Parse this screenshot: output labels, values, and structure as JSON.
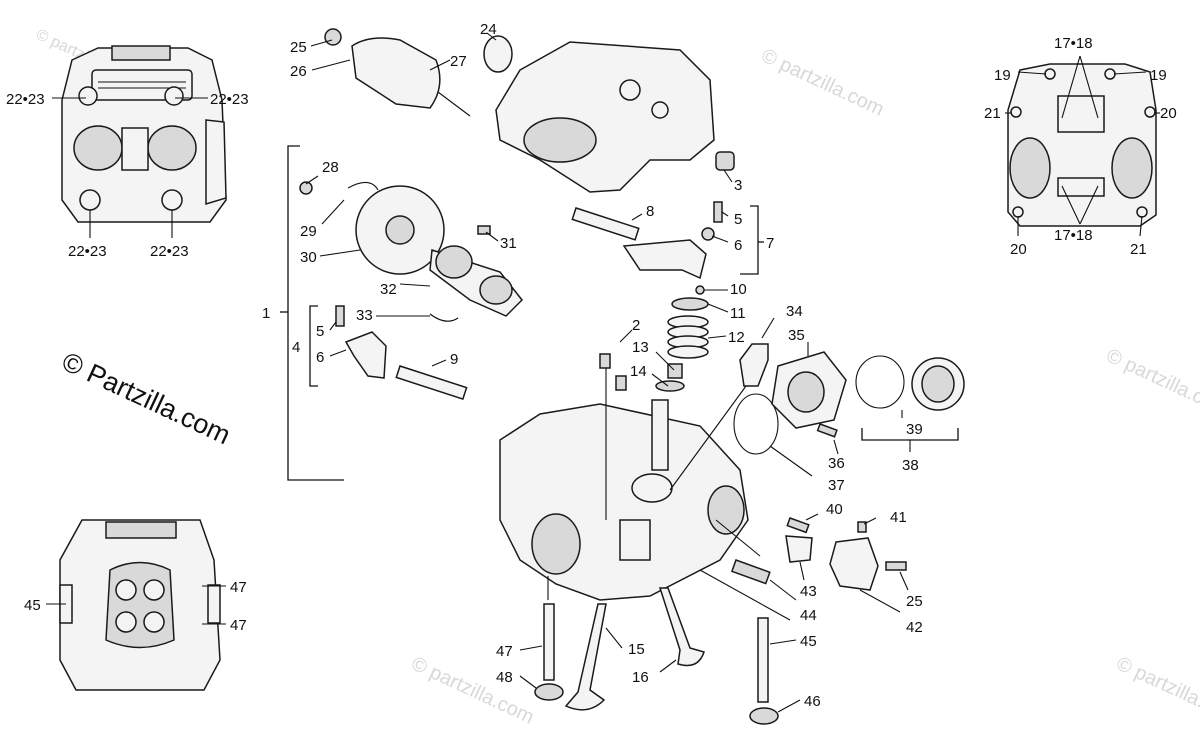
{
  "brand": {
    "text": "© Partzilla.com"
  },
  "watermark": {
    "text": "© partzilla.com"
  },
  "labels": {
    "l1": "1",
    "l2": "2",
    "l3": "3",
    "l4": "4",
    "l5a": "5",
    "l5b": "5",
    "l6a": "6",
    "l6b": "6",
    "l7": "7",
    "l8": "8",
    "l9": "9",
    "l10": "10",
    "l11": "11",
    "l12": "12",
    "l13": "13",
    "l14": "14",
    "l15": "15",
    "l16": "16",
    "l17a": "17•18",
    "l17b": "17•18",
    "l19a": "19",
    "l19b": "19",
    "l20a": "20",
    "l20b": "20",
    "l21a": "21",
    "l21b": "21",
    "l22a": "22•23",
    "l22b": "22•23",
    "l22c": "22•23",
    "l22d": "22•23",
    "l24": "24",
    "l25a": "25",
    "l25b": "25",
    "l26": "26",
    "l27": "27",
    "l28": "28",
    "l29": "29",
    "l30": "30",
    "l31": "31",
    "l32": "32",
    "l33": "33",
    "l34": "34",
    "l35": "35",
    "l36": "36",
    "l37": "37",
    "l38": "38",
    "l39": "39",
    "l40": "40",
    "l41": "41",
    "l42": "42",
    "l43": "43",
    "l44": "44",
    "l45a": "45",
    "l45b": "45",
    "l46": "46",
    "l47a": "47",
    "l47b": "47",
    "l47c": "47",
    "l48": "48"
  },
  "colors": {
    "ink": "#111111",
    "part_fill": "#f4f4f4",
    "watermark": "#d8d8d8"
  }
}
